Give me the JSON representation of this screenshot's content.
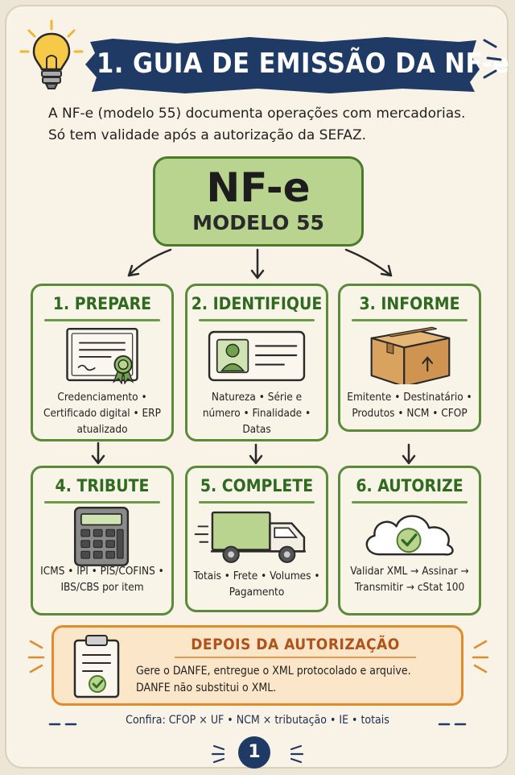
{
  "header": {
    "title": "1. GUIA DE EMISSÃO DA NF-e",
    "intro": "A NF-e (modelo 55) documenta operações com mercadorias. Só tem validade após a autorização da SEFAZ."
  },
  "center": {
    "title": "NF-e",
    "subtitle": "MODELO 55"
  },
  "steps": [
    {
      "title": "1. PREPARE",
      "text": "Credenciamento • Certificado digital • ERP atualizado",
      "icon": "certificate-icon"
    },
    {
      "title": "2. IDENTIFIQUE",
      "text": "Natureza • Série e número • Finalidade • Datas",
      "icon": "id-card-icon"
    },
    {
      "title": "3. INFORME",
      "text": "Emitente • Destinatário • Produtos • NCM • CFOP",
      "icon": "box-icon"
    },
    {
      "title": "4. TRIBUTE",
      "text": "ICMS • IPI • PIS/COFINS • IBS/CBS por item",
      "icon": "calculator-icon"
    },
    {
      "title": "5. COMPLETE",
      "text": "Totais • Frete • Volumes • Pagamento",
      "icon": "truck-icon"
    },
    {
      "title": "6. AUTORIZE",
      "text": "Validar XML → Assinar → Transmitir → cStat 100",
      "icon": "cloud-check-icon"
    }
  ],
  "after": {
    "title": "DEPOIS DA AUTORIZAÇÃO",
    "line1": "Gere o DANFE, entregue o XML protocolado e arquive.",
    "line2": "DANFE não substitui o XML.",
    "icon": "clipboard-check-icon"
  },
  "footer": {
    "checklist": "Confira: CFOP × UF • NCM × tributação • IE • totais",
    "page_number": "1"
  },
  "colors": {
    "title_banner": "#1f3a64",
    "green_border": "#5a8a3a",
    "green_fill": "#b9d48f",
    "orange_border": "#e08c2c",
    "orange_fill": "#fbe6c9",
    "accent_yellow": "#f2b531"
  }
}
